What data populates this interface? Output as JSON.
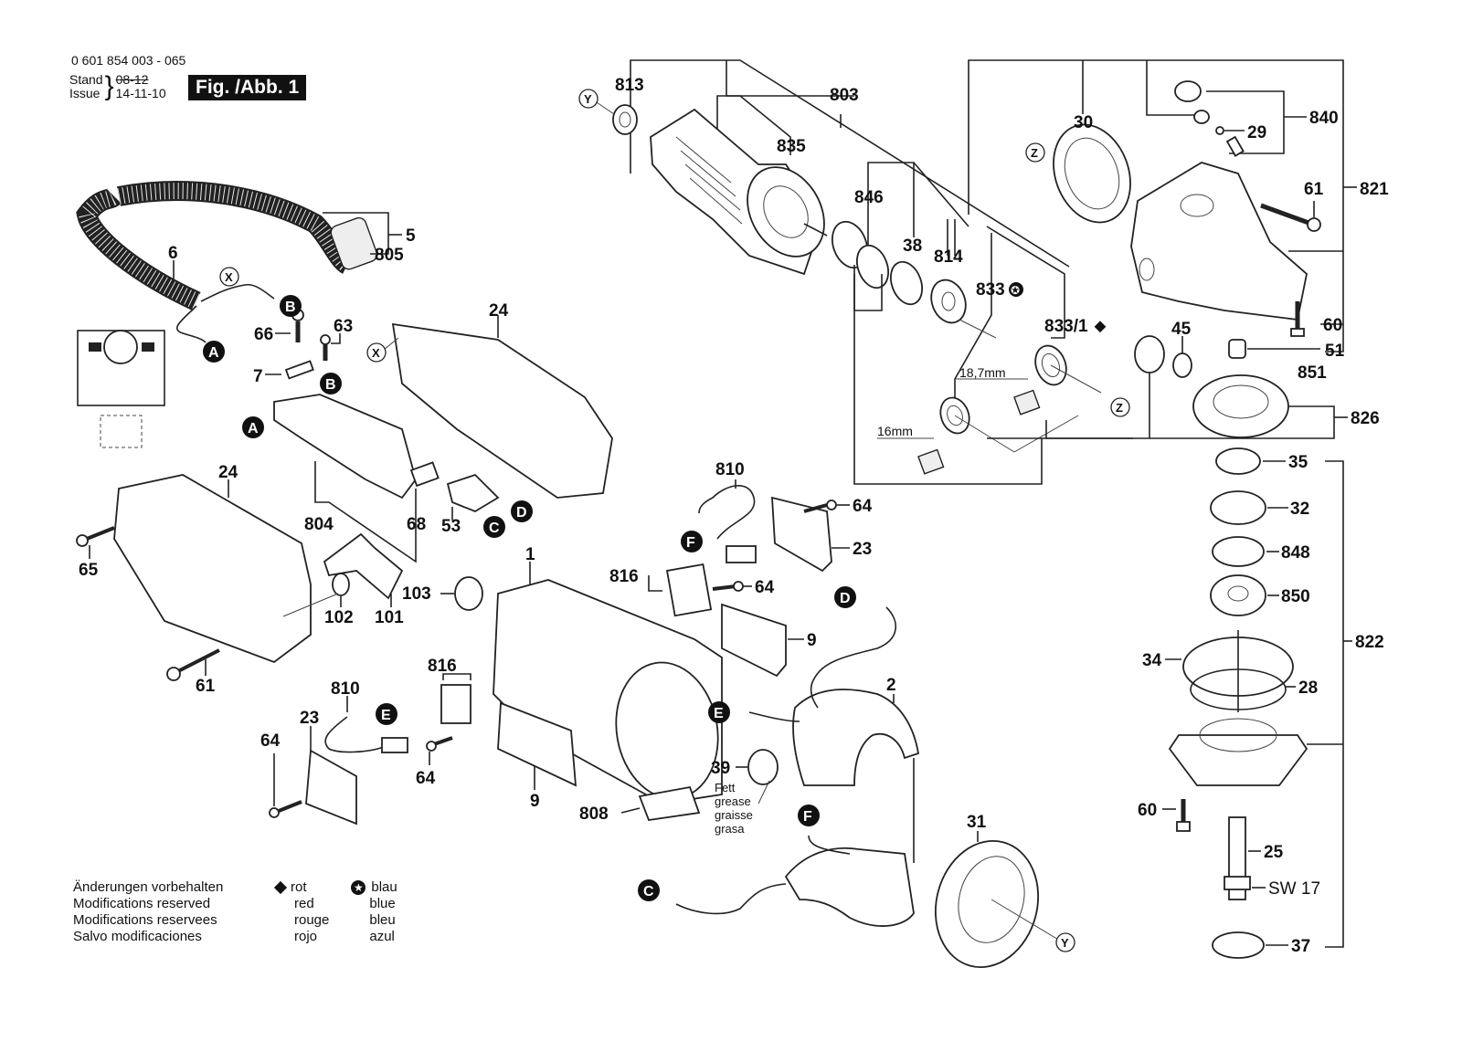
{
  "header": {
    "doc_number": "0 601 854 003 - 065",
    "stand_label": "Stand",
    "issue_label": "Issue",
    "stand_value_struck": "08-12",
    "issue_value": "14-11-10",
    "fig_label": "Fig. /Abb. 1"
  },
  "footer": {
    "notes": [
      "Änderungen vorbehalten",
      "Modifications reserved",
      "Modifications reservees",
      "Salvo modificaciones"
    ],
    "legend": [
      {
        "symbol": "diamond",
        "labels": [
          "rot",
          "red",
          "rouge",
          "rojo"
        ]
      },
      {
        "symbol": "star-circle",
        "labels": [
          "blau",
          "blue",
          "bleu",
          "azul"
        ]
      }
    ]
  },
  "grease_note": [
    "Fett",
    "grease",
    "graisse",
    "grasa"
  ],
  "dimensions": {
    "seal_a": "18,7mm",
    "seal_b": "16mm"
  },
  "wrench_size": "SW 17",
  "part_labels": {
    "p813": "813",
    "p803": "803",
    "p835": "835",
    "p846": "846",
    "p38": "38",
    "p814": "814",
    "p833": "833",
    "p833_1": "833/1",
    "p30": "30",
    "p840": "840",
    "p29": "29",
    "p61a": "61",
    "p821": "821",
    "p60a": "60",
    "p51": "51",
    "p851": "851",
    "p45": "45",
    "p826": "826",
    "p35": "35",
    "p32": "32",
    "p848": "848",
    "p850": "850",
    "p822": "822",
    "p34": "34",
    "p28": "28",
    "p60b": "60",
    "p25": "25",
    "p37": "37",
    "p5": "5",
    "p805": "805",
    "p6": "6",
    "p66": "66",
    "p63": "63",
    "p7": "7",
    "p24a": "24",
    "p24b": "24",
    "p65": "65",
    "p804": "804",
    "p68": "68",
    "p53": "53",
    "p102": "102",
    "p101": "101",
    "p103": "103",
    "p61b": "61",
    "p1": "1",
    "p810a": "810",
    "p64a": "64",
    "p23a": "23",
    "p816a": "816",
    "p64b": "64",
    "p9a": "9",
    "p2": "2",
    "p816b": "816",
    "p810b": "810",
    "p23b": "23",
    "p64c": "64",
    "p64d": "64",
    "p9b": "9",
    "p808": "808",
    "p39": "39",
    "p31": "31"
  },
  "connectors": {
    "A": "A",
    "B": "B",
    "C": "C",
    "D": "D",
    "E": "E",
    "F": "F",
    "X": "X",
    "Y": "Y",
    "Z": "Z"
  }
}
